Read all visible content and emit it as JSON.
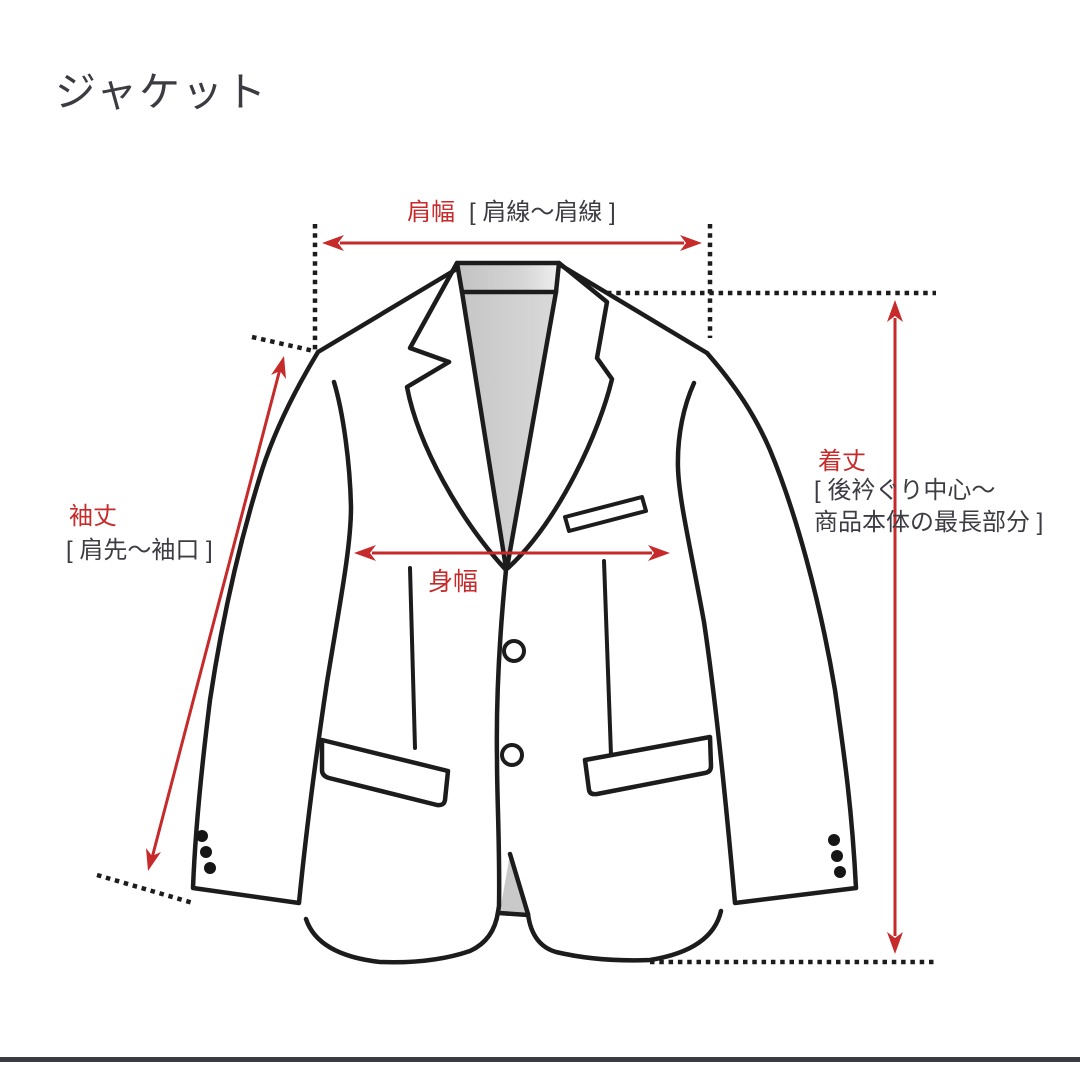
{
  "page": {
    "title": "ジャケット"
  },
  "colors": {
    "background": "#ffffff",
    "line_black": "#1c1c1c",
    "accent_red": "#c62a2a",
    "text_dark": "#3c3c43",
    "inner_gray": "#c9c9c9",
    "bottom_border": "#3b3b44"
  },
  "labels": {
    "shoulder_width": {
      "term": "肩幅",
      "range": "[ 肩線〜肩線 ]"
    },
    "sleeve_length": {
      "term": "袖丈",
      "range": "[ 肩先〜袖口 ]"
    },
    "body_width": {
      "term": "身幅"
    },
    "garment_length": {
      "term": "着丈",
      "range_line1": "[ 後衿ぐり中心〜",
      "range_line2": "商品本体の最長部分 ]"
    }
  }
}
